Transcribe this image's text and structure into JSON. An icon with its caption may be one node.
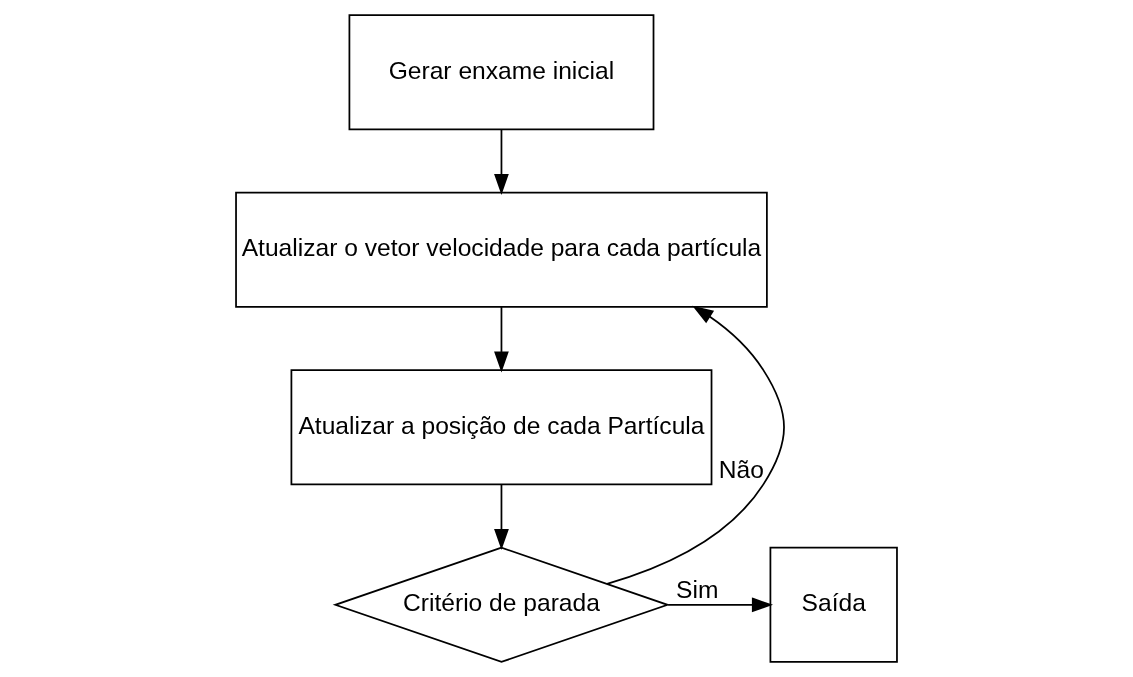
{
  "diagram": {
    "nodes": [
      {
        "text": [
          "Gerar enxame inicial"
        ]
      },
      {
        "text": [
          "Atualizar o vetor velocidade para cada partícula"
        ]
      },
      {
        "text": [
          "Atualizar a posição de cada Partícula"
        ]
      },
      {
        "text": [
          "Critério de parada"
        ]
      },
      {
        "text": [
          "Saída"
        ]
      }
    ],
    "edges": [
      {
        "from": 0,
        "to": 1,
        "arrow": "to"
      },
      {
        "from": 1,
        "to": 2,
        "arrow": "to"
      },
      {
        "from": 2,
        "to": 3,
        "arrow": "to"
      },
      {
        "from": 3,
        "to": 1,
        "arrow": "to",
        "label": "Não"
      },
      {
        "from": 3,
        "to": 4,
        "arrow": "to",
        "label": "Sim"
      }
    ]
  }
}
